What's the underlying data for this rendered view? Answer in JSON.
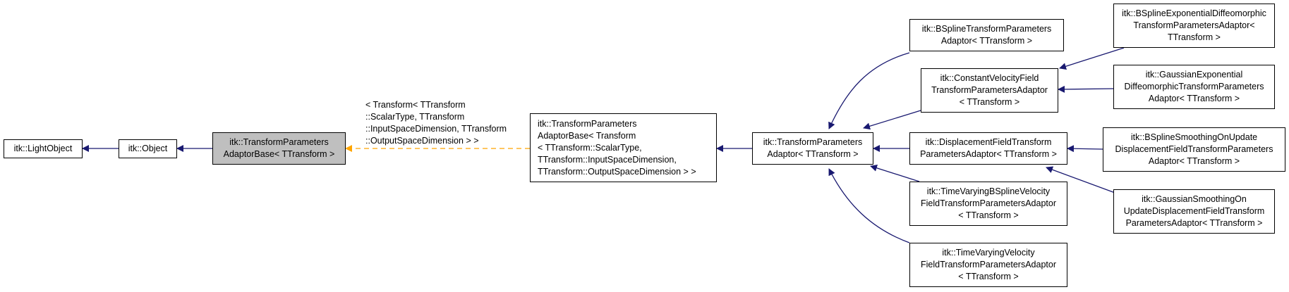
{
  "diagram": {
    "nodes": {
      "light_object": [
        "itk::LightObject"
      ],
      "object": [
        "itk::Object"
      ],
      "adaptor_base": [
        "itk::TransformParameters",
        "AdaptorBase< TTransform >"
      ],
      "adaptor_base_inst": [
        "itk::TransformParameters",
        "AdaptorBase< Transform",
        "< TTransform::ScalarType,",
        " TTransform::InputSpaceDimension,",
        " TTransform::OutputSpaceDimension > >"
      ],
      "params_adaptor": [
        "itk::TransformParameters",
        "Adaptor< TTransform >"
      ],
      "bspline_adaptor": [
        "itk::BSplineTransformParameters",
        "Adaptor< TTransform >"
      ],
      "const_velocity": [
        "itk::ConstantVelocityField",
        "TransformParametersAdaptor",
        "< TTransform >"
      ],
      "displacement": [
        "itk::DisplacementFieldTransform",
        "ParametersAdaptor< TTransform >"
      ],
      "tv_bspline_velocity": [
        "itk::TimeVaryingBSplineVelocity",
        "FieldTransformParametersAdaptor",
        "< TTransform >"
      ],
      "tv_velocity": [
        "itk::TimeVaryingVelocity",
        "FieldTransformParametersAdaptor",
        "< TTransform >"
      ],
      "bspline_exp_diffeo": [
        "itk::BSplineExponentialDiffeomorphic",
        "TransformParametersAdaptor<",
        "TTransform >"
      ],
      "gaussian_exp": [
        "itk::GaussianExponential",
        "DiffeomorphicTransformParameters",
        "Adaptor< TTransform >"
      ],
      "bspline_smoothing": [
        "itk::BSplineSmoothingOnUpdate",
        "DisplacementFieldTransformParameters",
        "Adaptor< TTransform >"
      ],
      "gaussian_smoothing": [
        "itk::GaussianSmoothingOn",
        "UpdateDisplacementFieldTransform",
        "ParametersAdaptor< TTransform >"
      ]
    },
    "template_edge_label": [
      "< Transform< TTransform",
      "::ScalarType, TTransform",
      "::InputSpaceDimension, TTransform",
      "::OutputSpaceDimension > >"
    ],
    "colors": {
      "inheritance_edge": "#191970",
      "template_edge": "#ffa500",
      "current_node_fill": "#bfbfbf",
      "node_border": "#000000"
    }
  }
}
